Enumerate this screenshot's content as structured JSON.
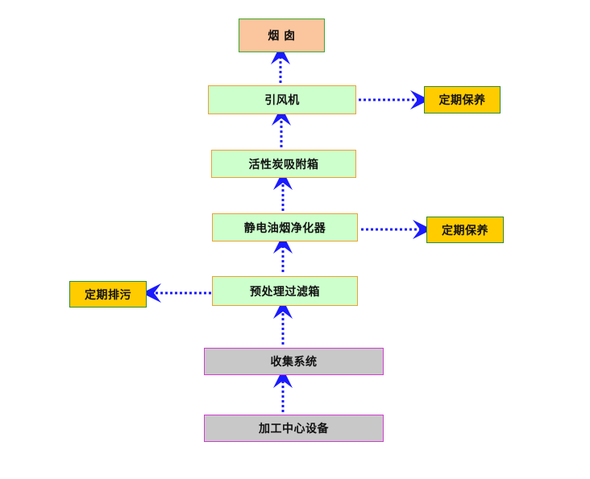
{
  "nodes": {
    "chimney": "烟 囱",
    "fan": "引风机",
    "carbon": "活性炭吸附箱",
    "esp": "静电油烟净化器",
    "prefilter": "预处理过滤箱",
    "collect": "收集系统",
    "machine": "加工中心设备",
    "maint1": "定期保养",
    "maint2": "定期保养",
    "drain": "定期排污"
  },
  "colors": {
    "arrow": "#1a1aff",
    "chimney_fill": "#fbc59d",
    "process_fill": "#ccffcc",
    "system_fill": "#c8c8c8",
    "maintenance_fill": "#ffcc00"
  }
}
